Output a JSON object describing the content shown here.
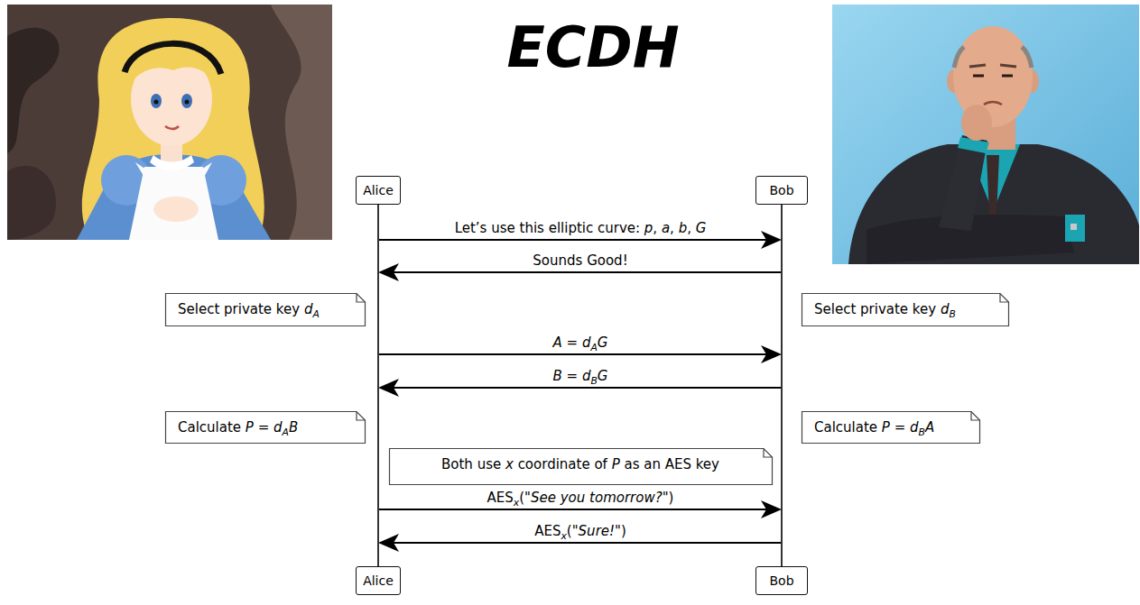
{
  "diagram": {
    "title": "ECDH",
    "nodes": [
      {
        "text": [
          "Alice"
        ]
      },
      {
        "text": [
          "Bob"
        ]
      },
      {
        "text": [
          "Select private key dA"
        ]
      },
      {
        "text": [
          "Select private key dB"
        ]
      },
      {
        "text": [
          "Calculate P = dAB"
        ]
      },
      {
        "text": [
          "Calculate P = dBA"
        ]
      },
      {
        "text": [
          "Both use x coordinate of P as an AES key"
        ]
      },
      {
        "text": [
          "Alice"
        ]
      },
      {
        "text": [
          "Bob"
        ]
      }
    ],
    "edges": [
      {
        "from": 0,
        "to": 7,
        "arrow": "none"
      },
      {
        "from": 1,
        "to": 8,
        "arrow": "none"
      }
    ],
    "labels": [
      "Let’s use this elliptic curve: p, a, b, G",
      "Sounds Good!",
      "A = dAG",
      "B = dBG",
      "AESx(\"See you tomorrow?\")",
      "AESx(\"Sure!\")"
    ]
  }
}
